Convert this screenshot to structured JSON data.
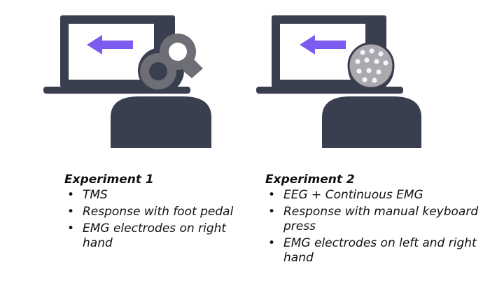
{
  "experiments": [
    {
      "heading": "Experiment 1",
      "items": [
        "TMS",
        "Response with foot pedal",
        "EMG electrodes on right hand"
      ],
      "device": "tms-coil"
    },
    {
      "heading": "Experiment 2",
      "items": [
        "EEG + Continuous EMG",
        "Response with manual keyboard press",
        "EMG electrodes on left and right hand"
      ],
      "device": "eeg-cap"
    }
  ],
  "colors": {
    "laptop": "#3a3f4f",
    "screen": "#ffffff",
    "arrow": "#7b5bf0",
    "person": "#3a3f4f",
    "coil_dark": "#6e6f76",
    "coil_light": "#a9a9ae",
    "eeg_cap": "#a9a9ae",
    "eeg_electrode": "#f4f2ff"
  },
  "icons": {
    "bullet": "•"
  }
}
